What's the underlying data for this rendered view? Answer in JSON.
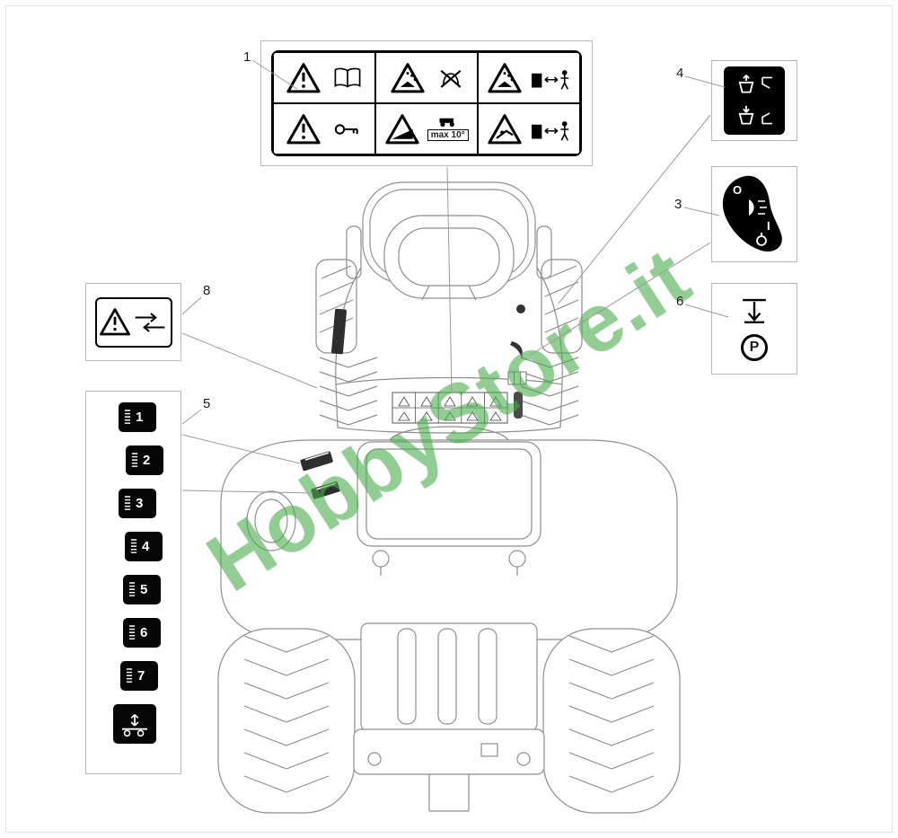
{
  "watermark": {
    "text": "HobbyStore.it",
    "color": "#4aab4d"
  },
  "callouts": {
    "n1": "1",
    "n3": "3",
    "n4": "4",
    "n5": "5",
    "n6": "6",
    "n8": "8"
  },
  "labels": {
    "warning_panel": {
      "callout": "1",
      "grid": "2x3",
      "cells": [
        {
          "icons": [
            "warning-triangle-icon",
            "read-manual-icon"
          ]
        },
        {
          "icons": [
            "thrown-objects-triangle-icon",
            "no-hands-icon"
          ]
        },
        {
          "icons": [
            "thrown-objects-triangle-icon",
            "keep-distance-icon"
          ]
        },
        {
          "icons": [
            "warning-triangle-icon",
            "remove-key-icon"
          ]
        },
        {
          "icons": [
            "slope-triangle-icon",
            "tractor-icon"
          ],
          "text": "max 10°"
        },
        {
          "icons": [
            "tip-over-triangle-icon",
            "keep-distance-icon"
          ]
        }
      ]
    },
    "grass_catcher": {
      "callout": "4",
      "icons": [
        "catcher-raise-icon",
        "catcher-lower-icon"
      ]
    },
    "light_switch": {
      "callout": "3",
      "off": "O",
      "on": "I",
      "icons": [
        "headlight-icon",
        "engine-choke-icon"
      ]
    },
    "parking_brake": {
      "callout": "6",
      "symbol": "P",
      "icons": [
        "lower-arrow-icon",
        "parking-brake-icon"
      ]
    },
    "belt_warning": {
      "callout": "8",
      "icons": [
        "warning-triangle-icon",
        "belt-direction-icon"
      ]
    },
    "cutting_height": {
      "callout": "5",
      "steps": [
        "1",
        "2",
        "3",
        "4",
        "5",
        "6",
        "7"
      ],
      "icons": [
        "deck-height-icon"
      ]
    }
  },
  "colors": {
    "decal_black": "#000000",
    "line_art": "#8e8e8e",
    "watermark_green": "#4aab4d"
  }
}
